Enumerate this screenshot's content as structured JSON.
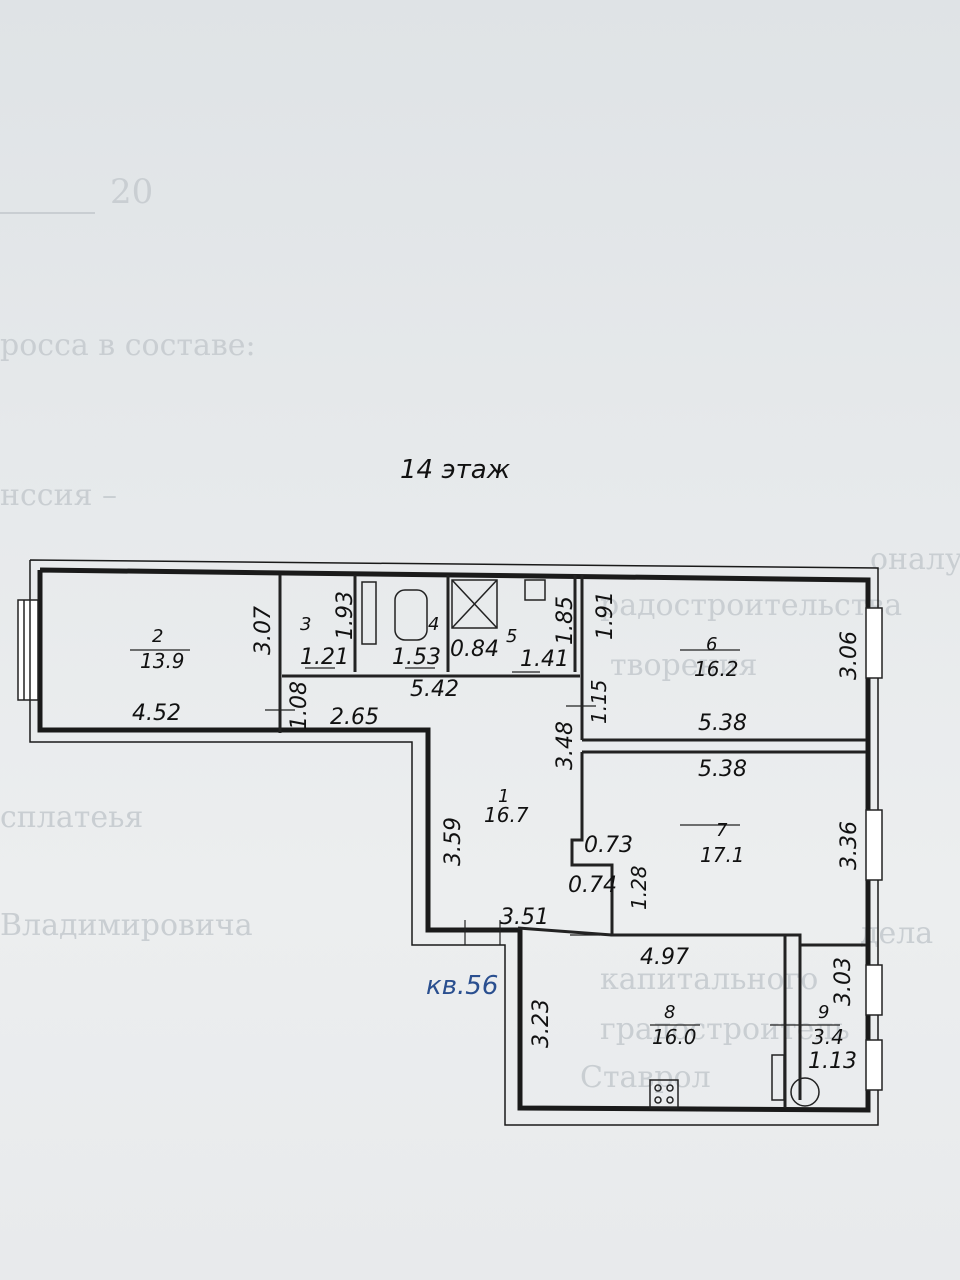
{
  "background_text": {
    "line1": "20",
    "line2": "росса в составе:",
    "line3": "нссия –",
    "line4": "сплатеья",
    "line5": "Владимировича",
    "right1": "оналу",
    "right2": "радостроительства",
    "right3": "творения",
    "right4": "дела",
    "right5": "капитального",
    "right6": "градостроитель",
    "right7": "Ставрол"
  },
  "plan": {
    "floor_label": "14 этаж",
    "apartment_label": "кв.56",
    "rooms": [
      {
        "number": "1",
        "area": "16.7"
      },
      {
        "number": "2",
        "area": "13.9"
      },
      {
        "number": "3",
        "area": ""
      },
      {
        "number": "4",
        "area": ""
      },
      {
        "number": "5",
        "area": ""
      },
      {
        "number": "6",
        "area": "16.2"
      },
      {
        "number": "7",
        "area": "17.1"
      },
      {
        "number": "8",
        "area": "16.0"
      },
      {
        "number": "9",
        "area": "3.4"
      }
    ],
    "dimensions": {
      "r2_height": "3.07",
      "r2_width": "4.52",
      "r3_height": "1.93",
      "r3_width": "1.21",
      "r4_width": "1.53",
      "r5_small": "0.84",
      "r5_width": "1.41",
      "r5_height": "1.85",
      "r6_side": "1.91",
      "corridor_width": "5.42",
      "corr_side": "1.08",
      "corr_width2": "2.65",
      "r6_height": "3.06",
      "r6_width": "5.38",
      "r6_notch": "1.15",
      "hall_height": "3.48",
      "r7_top": "5.38",
      "hall_left": "3.59",
      "notch_a": "0.73",
      "notch_b": "0.74",
      "notch_c": "1.28",
      "r7_height": "3.36",
      "hall_bottom": "3.51",
      "r8_width": "4.97",
      "r8_height": "3.23",
      "r9_height": "3.03",
      "r9_width": "1.13"
    }
  }
}
